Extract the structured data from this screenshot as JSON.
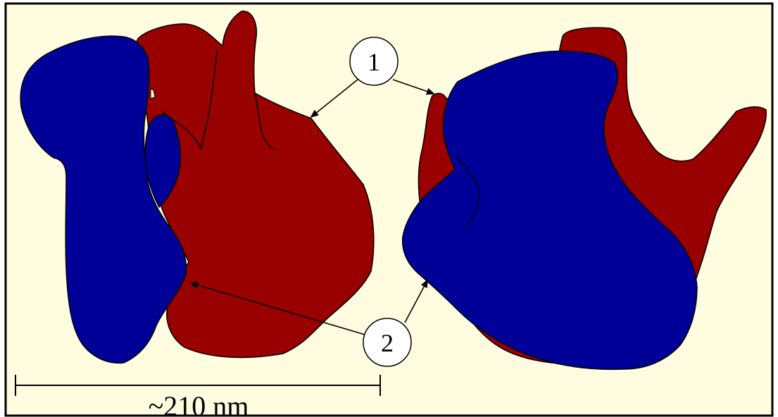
{
  "diagram": {
    "colors": {
      "background": "#FFFCE0",
      "frame": "#000000",
      "red_shape": "#990000",
      "blue_shape": "#000099",
      "outline": "#000000",
      "callout_fill": "#FFFFFF"
    },
    "callouts": [
      {
        "id": "1",
        "text": "1"
      },
      {
        "id": "2",
        "text": "2"
      }
    ],
    "scale_bar": {
      "label": "~210 nm"
    }
  }
}
